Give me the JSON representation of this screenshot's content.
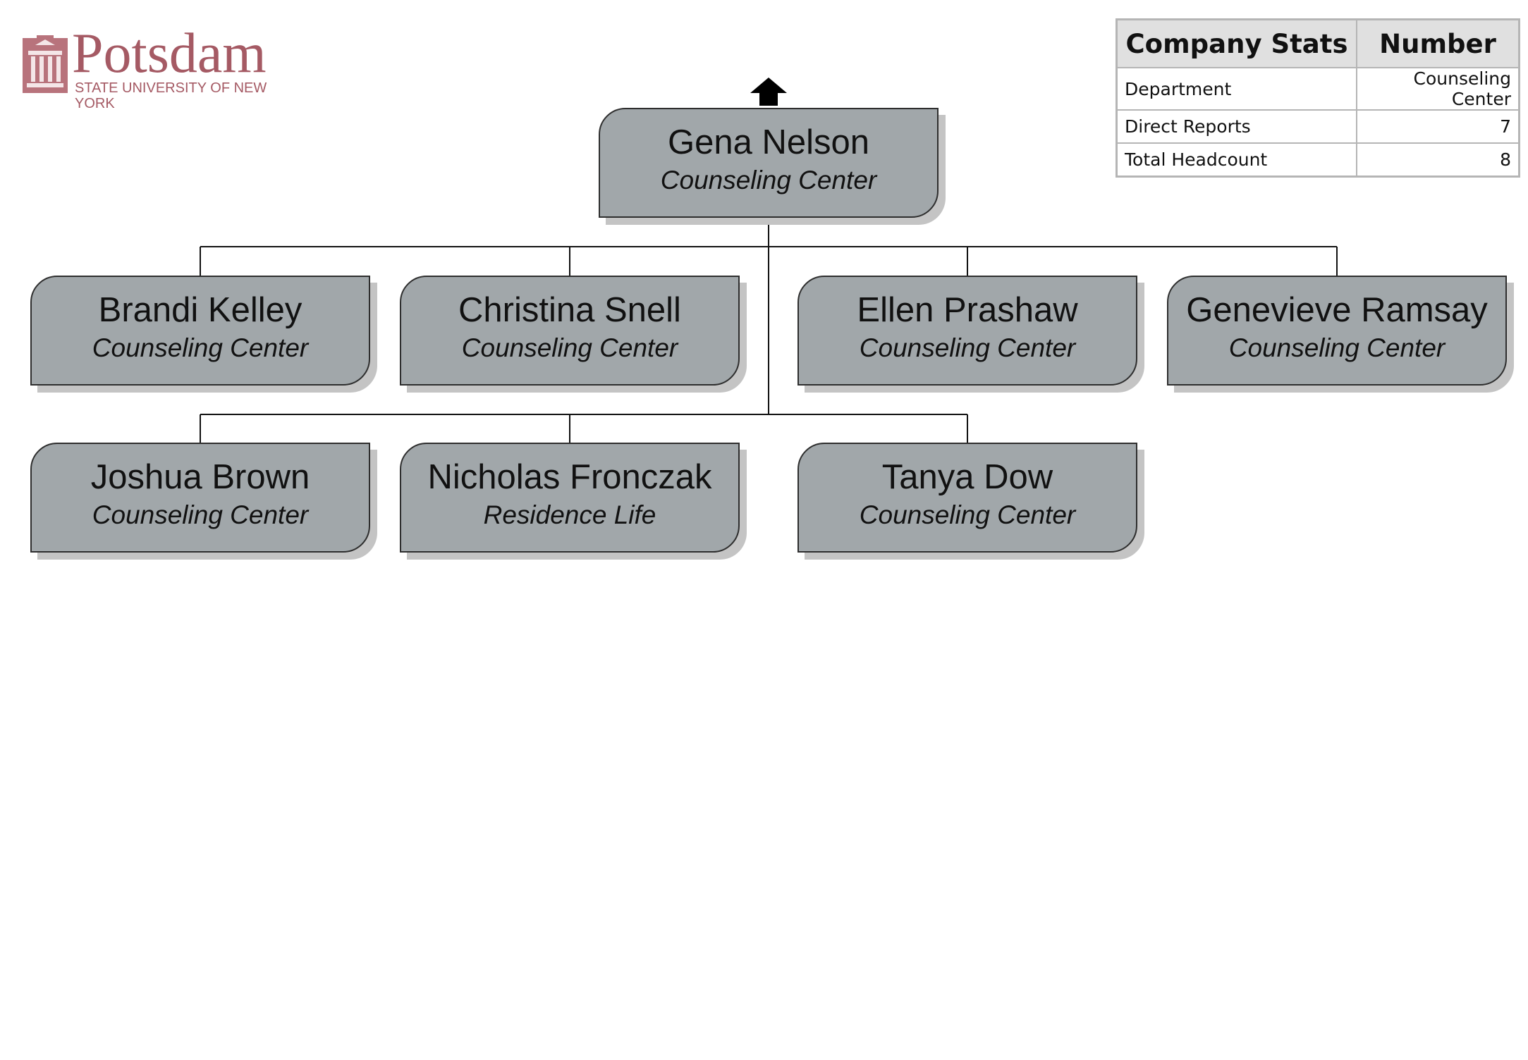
{
  "logo": {
    "name": "Potsdam",
    "subtitle": "STATE UNIVERSITY OF NEW YORK",
    "color": "#a55a64"
  },
  "stats": {
    "header": [
      "Company Stats",
      "Number"
    ],
    "rows": [
      {
        "label": "Department",
        "value": "Counseling Center"
      },
      {
        "label": "Direct Reports",
        "value": "7"
      },
      {
        "label": "Total Headcount",
        "value": "8"
      }
    ]
  },
  "org": {
    "root": {
      "name": "Gena Nelson",
      "dept": "Counseling Center"
    },
    "reports": [
      {
        "name": "Brandi Kelley",
        "dept": "Counseling Center"
      },
      {
        "name": "Christina Snell",
        "dept": "Counseling Center"
      },
      {
        "name": "Ellen Prashaw",
        "dept": "Counseling Center"
      },
      {
        "name": "Genevieve Ramsay",
        "dept": "Counseling Center"
      },
      {
        "name": "Joshua Brown",
        "dept": "Counseling Center"
      },
      {
        "name": "Nicholas Fronczak",
        "dept": "Residence Life"
      },
      {
        "name": "Tanya Dow",
        "dept": "Counseling Center"
      }
    ]
  },
  "colors": {
    "node_fill": "#a1a7aa",
    "header_fill": "#e0e0e0"
  }
}
